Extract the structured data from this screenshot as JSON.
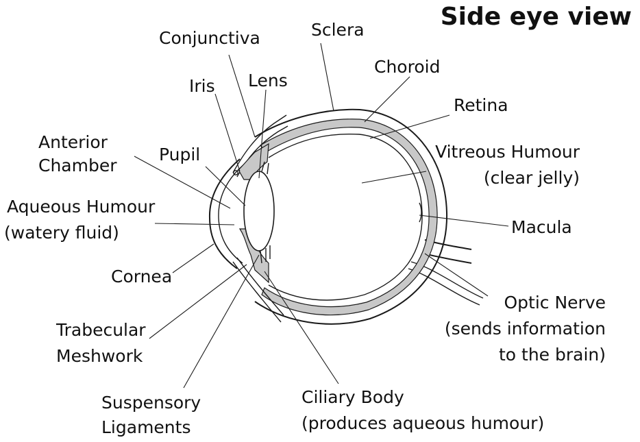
{
  "title": "Side eye view",
  "colors": {
    "line": "#1a1a1a",
    "tissue_fill": "#c8c8c8",
    "background": "#ffffff"
  },
  "labels": {
    "conjunctiva": "Conjunctiva",
    "sclera": "Sclera",
    "choroid": "Choroid",
    "iris": "Iris",
    "lens": "Lens",
    "retina": "Retina",
    "anterior_chamber": [
      "Anterior",
      "Chamber"
    ],
    "pupil": "Pupil",
    "vitreous_humour": [
      "Vitreous Humour",
      "(clear jelly)"
    ],
    "aqueous_humour": [
      "Aqueous Humour",
      "(watery fluid)"
    ],
    "macula": "Macula",
    "cornea": "Cornea",
    "optic_nerve": [
      "Optic Nerve",
      "(sends information",
      "to the brain)"
    ],
    "trabecular_meshwork": [
      "Trabecular",
      "Meshwork"
    ],
    "suspensory_ligaments": [
      "Suspensory",
      "Ligaments"
    ],
    "ciliary_body": [
      "Ciliary Body",
      "(produces aqueous humour)"
    ]
  }
}
